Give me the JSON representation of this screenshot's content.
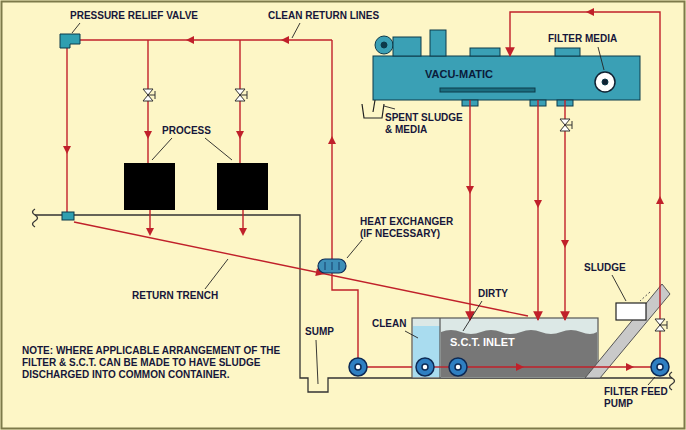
{
  "diagram": {
    "nodes": [
      {
        "text": [
          "VACU-MATIC"
        ]
      },
      {
        "text": [
          "S.C.T. INLET"
        ]
      }
    ],
    "edges": [
      {
        "from": 0,
        "to": 1,
        "arrow": "to"
      },
      {
        "from": 0,
        "to": 1,
        "arrow": "to"
      },
      {
        "from": 0,
        "to": 1,
        "arrow": "to"
      },
      {
        "from": 1,
        "to": 0,
        "arrow": "to"
      }
    ],
    "labels": [
      "PRESSURE RELIEF VALVE",
      "CLEAN RETURN LINES",
      "FILTER MEDIA",
      "PROCESS",
      "SPENT SLUDGE & MEDIA",
      "HEAT EXCHANGER (IF NECESSARY)",
      "RETURN TRENCH",
      "DIRTY",
      "CLEAN",
      "SLUDGE",
      "SUMP",
      "NOTE: WHERE APPLICABLE ARRANGEMENT OF THE FILTER & S.C.T. CAN BE MADE TO HAVE SLUDGE DISCHARGED INTO COMMON CONTAINER.",
      "FILTER FEED PUMP"
    ]
  }
}
